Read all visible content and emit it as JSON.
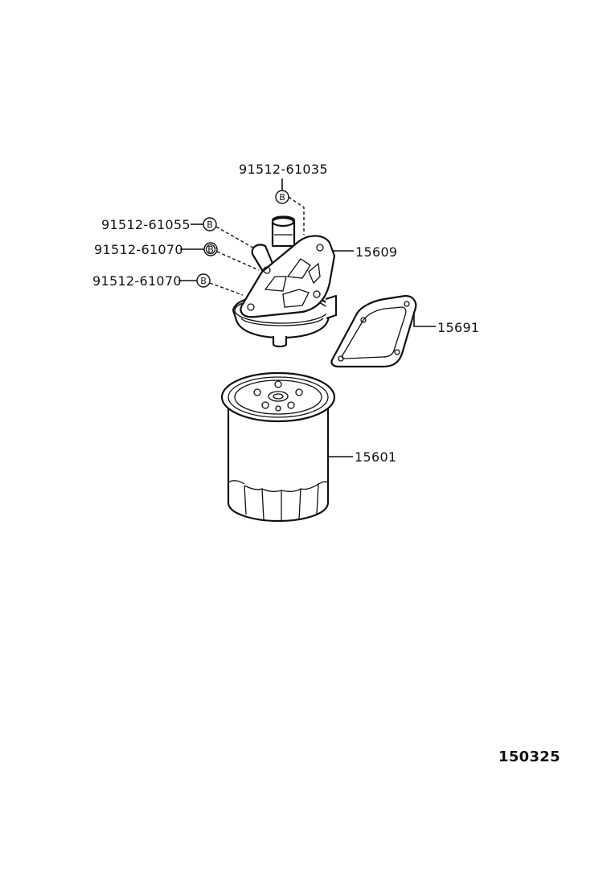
{
  "callouts": {
    "bolt_top": "91512-61035",
    "bolt_1": "91512-61055",
    "bolt_2": "91512-61070",
    "bolt_3": "91512-61070",
    "bracket": "15609",
    "gasket": "15691",
    "filter": "15601"
  },
  "bolt_marker": "B",
  "diagram_number": "150325"
}
